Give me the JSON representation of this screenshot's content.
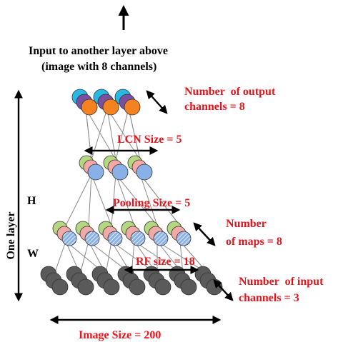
{
  "title": {
    "line1": "Input to another layer above",
    "line2": "(image with 8 channels)"
  },
  "labels": {
    "output_channels_l1": "Number  of output",
    "output_channels_l2": "channels = 8",
    "lcn_size": "LCN Size = 5",
    "pooling_size": "Pooling Size = 5",
    "maps_l1": "Number",
    "maps_l2": "of maps = 8",
    "rf_size": "RF size = 18",
    "input_channels_l1": "Number  of input",
    "input_channels_l2": "channels = 3",
    "image_size": "Image Size = 200",
    "one_layer": "One layer",
    "h": "H",
    "w": "W"
  },
  "colors": {
    "label_red": "#e8141b",
    "text_black": "#000000",
    "cyan": "#29b8e3",
    "purple": "#7a4fa0",
    "orange": "#f58220",
    "green": "#b5d77f",
    "pink": "#f4a9a9",
    "blue": "#8ab0e8",
    "gray": "#5a5a5a",
    "connection_gray": "#8a8a8a"
  },
  "icons": [
    "up-arrow-icon",
    "double-arrow-icon"
  ]
}
